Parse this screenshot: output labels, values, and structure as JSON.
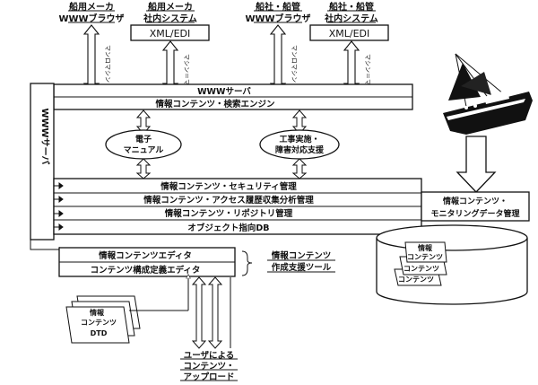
{
  "top_labels": {
    "maker_web_line1": "船用メーカ",
    "maker_web_line2": "WWWブラウザ",
    "maker_sys_line1": "船用メーカ",
    "maker_sys_line2": "社内システム",
    "ship_web_line1": "船社・船管",
    "ship_web_line2": "WWWブラウザ",
    "ship_sys_line1": "船社・船管",
    "ship_sys_line2": "社内システム"
  },
  "xml_edi_1": "XML/EDI",
  "xml_edi_2": "XML/EDI",
  "arrow_labels": {
    "a1": "マンロマシン",
    "a2": "マシン＝マシン",
    "a3": "マンロマシン",
    "a4": "マシン＝マシン"
  },
  "www_server": "WWWサーバ",
  "search_engine": "情報コンテンツ・検索エンジン",
  "www_server_vertical": "WWWサーバ",
  "ellipse_manual_line1": "電子",
  "ellipse_manual_line2": "マニュアル",
  "ellipse_support_line1": "工事実施・",
  "ellipse_support_line2": "障害対応支援",
  "rows": {
    "security": "情報コンテンツ・セキュリティ管理",
    "access": "情報コンテンツ・アクセス履歴収集分析管理",
    "repository": "情報コンテンツ・リポジトリ管理",
    "objectdb": "オブジェクト指向DB"
  },
  "monitoring_line1": "情報コンテンツ・",
  "monitoring_line2": "モニタリングデータ管理",
  "editor": "情報コンテンツエディタ",
  "def_editor": "コンテンツ構成定義エディタ",
  "tool_line1": "情報コンテンツ",
  "tool_line2": "作成支援ツール",
  "cyl_line1": "情報",
  "cyl_line2": "コンテンツ",
  "cyl_line3": "コンテンツ",
  "cyl_line4": "コンテンツ",
  "dtd_line1": "情報",
  "dtd_line2": "コンテンツ",
  "dtd_line3": "DTD",
  "upload_line1": "ユーザによる",
  "upload_line2": "コンテンツ・",
  "upload_line3": "アップロード"
}
